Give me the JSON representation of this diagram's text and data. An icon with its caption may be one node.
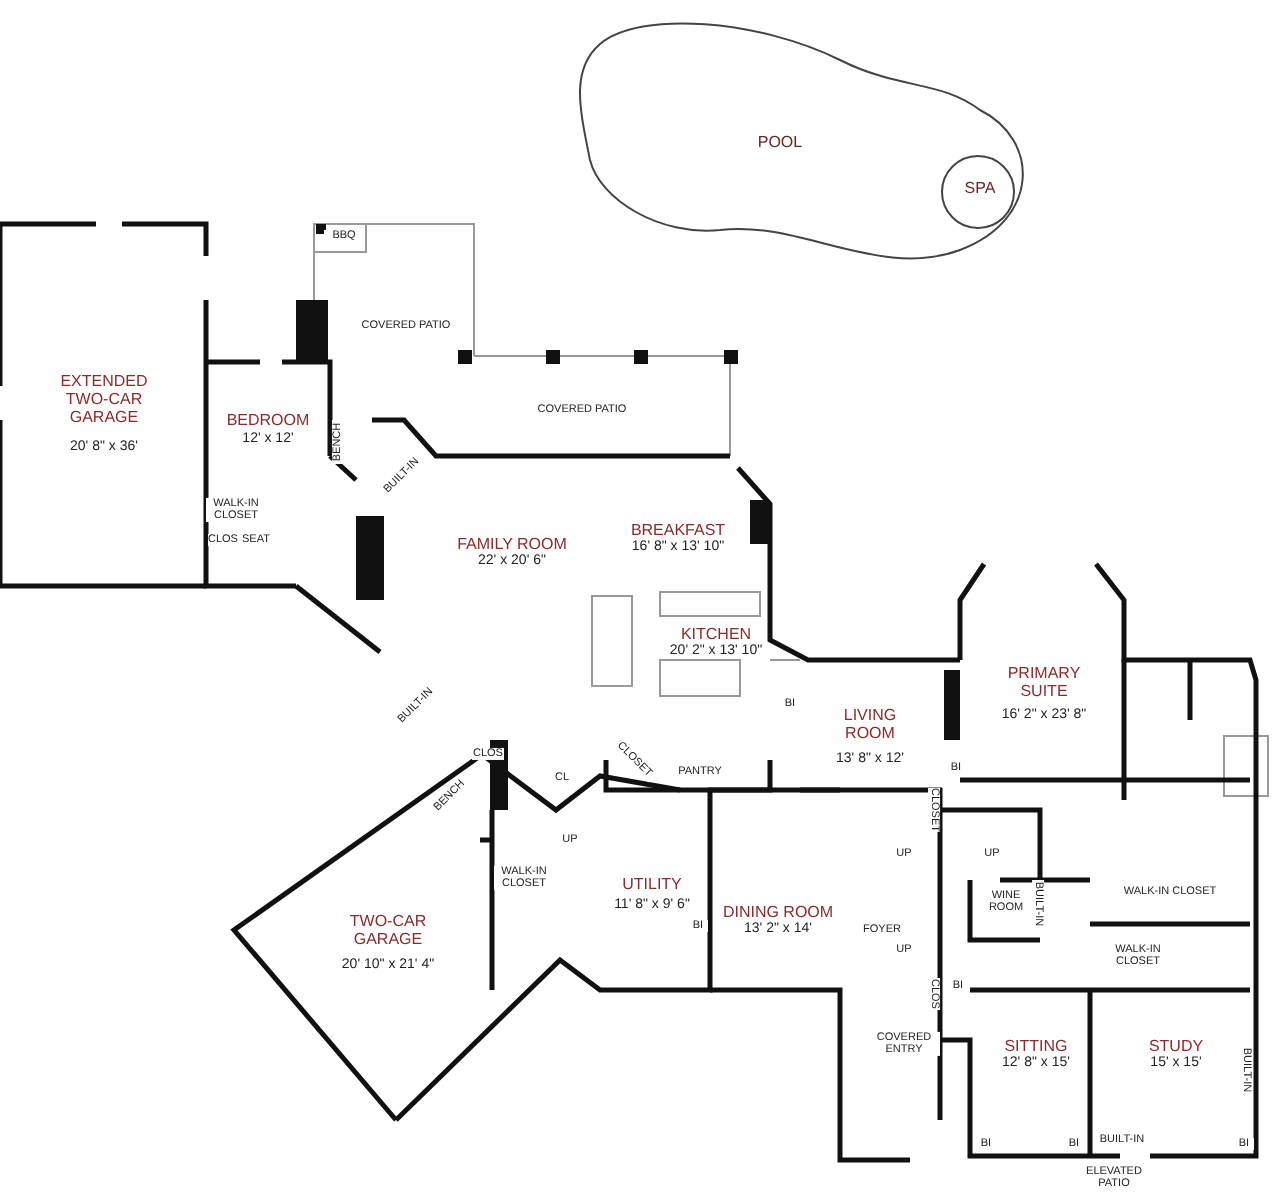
{
  "diagram": {
    "labels": [
      "POOL",
      "SPA",
      "BBQ",
      "COVERED PATIO",
      "EXTENDED TWO-CAR GARAGE",
      "20' 8\" x 36'",
      "BEDROOM",
      "12' x 12'",
      "COVERED PATIO",
      "BENCH",
      "BUILT-IN",
      "BREAKFAST",
      "16' 8\" x 13' 10\"",
      "FAMILY ROOM",
      "22' x 20' 6\"",
      "WALK-IN CLOSET",
      "CLOS",
      "SEAT",
      "KITCHEN",
      "20' 2\" x 13' 10\"",
      "BUILT-IN",
      "PRIMARY SUITE",
      "16' 2\" x 23' 8\"",
      "LIVING ROOM",
      "13' 8\" x 12'",
      "BI",
      "BI",
      "CLOSET",
      "PANTRY",
      "CLOS",
      "CL",
      "BENCH",
      "CLOSET",
      "UP",
      "UP",
      "UP",
      "WALK-IN CLOSET",
      "UTILITY",
      "11' 8\" x 9' 6\"",
      "WINE ROOM",
      "BUILT-IN",
      "WALK-IN CLOSET",
      "TWO-CAR GARAGE",
      "20' 10\" x 21' 4\"",
      "DINING ROOM",
      "13' 2\" x 14'",
      "BI",
      "FOYER",
      "UP",
      "WALK-IN CLOSET",
      "CLOS",
      "BI",
      "COVERED ENTRY",
      "SITTING",
      "12' 8\" x 15'",
      "STUDY",
      "15' x 15'",
      "BUILT-IN",
      "BI",
      "BI",
      "BUILT-IN",
      "BI",
      "ELEVATED PATIO"
    ]
  }
}
